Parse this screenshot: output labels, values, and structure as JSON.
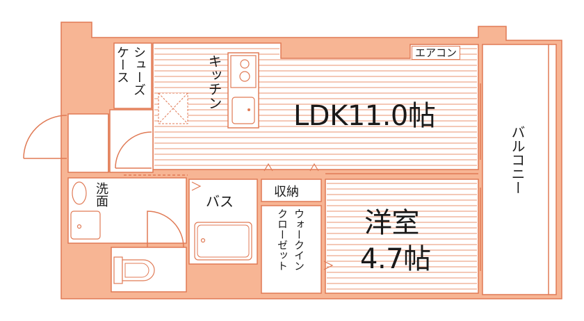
{
  "colors": {
    "wall": "#f7b594",
    "line": "#e07a55",
    "hatch": "#e8926c",
    "text": "#1a1a1a"
  },
  "rooms": {
    "ldk": "LDK11.0帖",
    "western": "洋室",
    "western_size": "4.7帖",
    "kitchen": "キッチン",
    "shoes_case_1": "シュー",
    "shoes_case_2": "ズ",
    "shoes_case_3": "ケース",
    "bath": "バス",
    "washroom": "洗面",
    "storage": "収納",
    "walkin_1": "ウォークイン",
    "walkin_2": "クローゼット",
    "balcony": "バルコニー",
    "aircon": "エアコン"
  }
}
